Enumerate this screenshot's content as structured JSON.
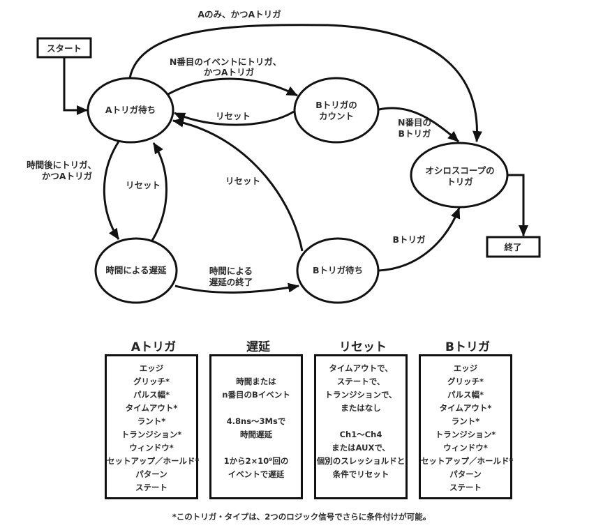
{
  "diagram": {
    "nodes": {
      "start": "スタート",
      "wait_a": "Aトリガ待ち",
      "count_b": [
        "Bトリガの",
        "カウント"
      ],
      "scope_trigger": [
        "オシロスコープの",
        "トリガ"
      ],
      "delay_time": "時間による遅延",
      "wait_b": "Bトリガ待ち",
      "end": "終了"
    },
    "edges": {
      "a_only": "Aのみ、かつAトリガ",
      "nth_event": [
        "N番目のイベントにトリガ、",
        "かつAトリガ"
      ],
      "reset_from_count": "リセット",
      "nth_b": [
        "N番目の",
        "Bトリガ"
      ],
      "after_time": [
        "時間後にトリガ、",
        "かつAトリガ"
      ],
      "reset_from_delay": "リセット",
      "reset_from_wait_b": "リセット",
      "delay_end": [
        "時間による",
        "遅延の終了"
      ],
      "b_trigger": "Bトリガ"
    }
  },
  "columns": [
    {
      "title": "Aトリガ",
      "items": [
        "エッジ",
        "グリッチ*",
        "パルス幅*",
        "タイムアウト*",
        "ラント*",
        "トランジション*",
        "ウィンドウ*",
        "セットアップ／ホールド*",
        "パターン",
        "ステート"
      ]
    },
    {
      "title": "遅延",
      "items": [
        "",
        "時間または",
        "n番目のBイベント",
        "",
        "4.8ns～3Msで",
        "時間遅延",
        "",
        "1から2×10⁹回の",
        "イベントで遅延"
      ]
    },
    {
      "title": "リセット",
      "items": [
        "タイムアウトで、",
        "ステートで、",
        "トランジションで、",
        "またはなし",
        "",
        "Ch1～Ch4",
        "またはAUXで、",
        "個別のスレッショルドと",
        "条件でリセット"
      ]
    },
    {
      "title": "Bトリガ",
      "items": [
        "エッジ",
        "グリッチ*",
        "パルス幅*",
        "タイムアウト*",
        "ラント*",
        "トランジション*",
        "ウィンドウ*",
        "セットアップ／ホールド*",
        "パターン",
        "ステート"
      ]
    }
  ],
  "footnote": "*このトリガ・タイプは、2つのロジック信号でさらに条件付けが可能。"
}
